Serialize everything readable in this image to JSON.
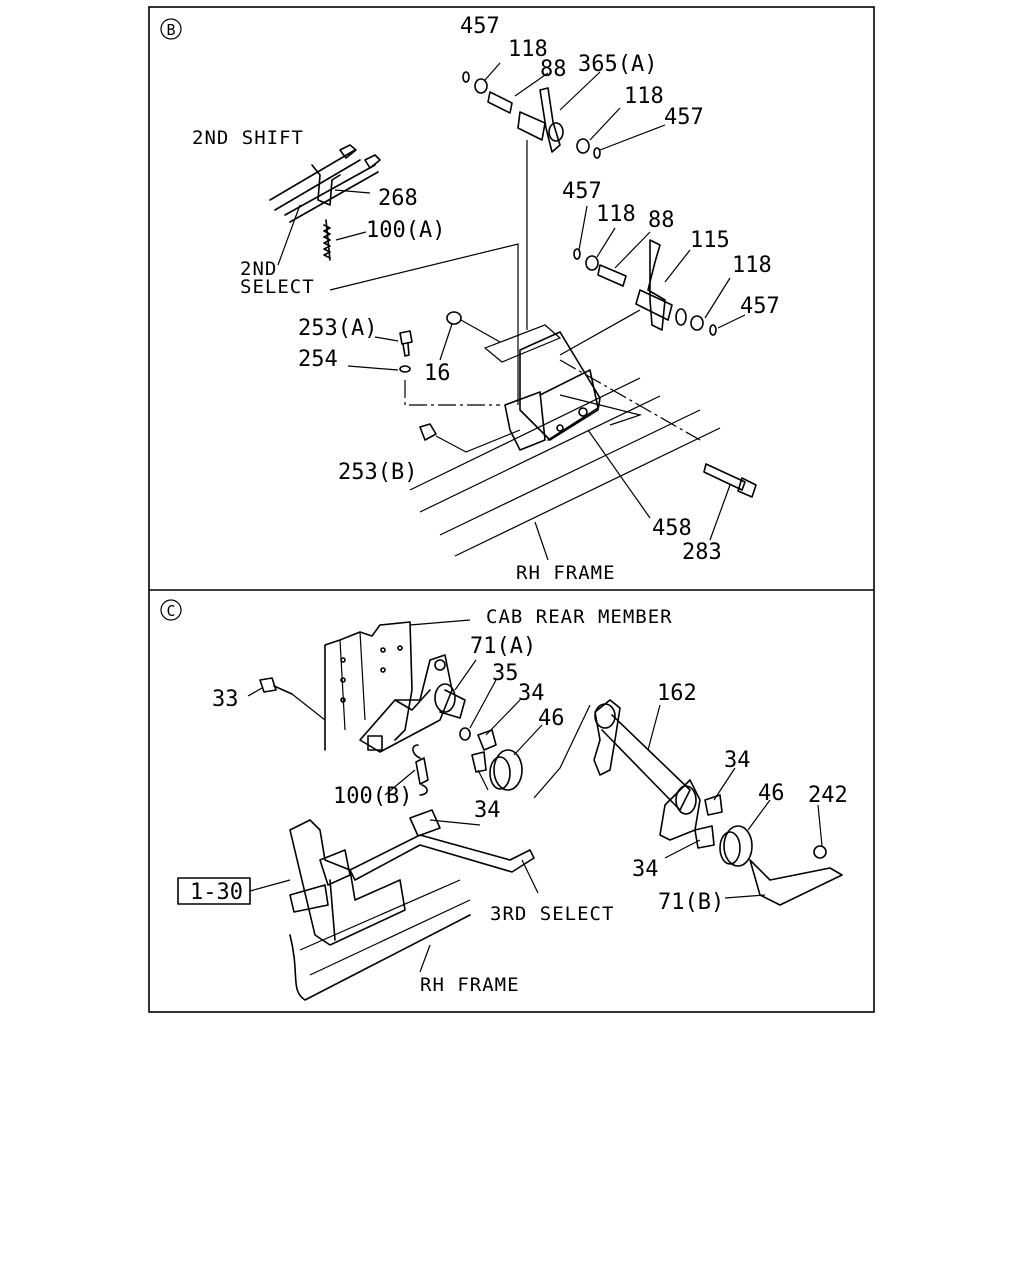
{
  "panel_b": {
    "marker": "B",
    "labels": {
      "l457a": "457",
      "l118a": "118",
      "l88a": "88",
      "l365a": "365(A)",
      "l118b": "118",
      "l457b": "457",
      "l2ndshift": "2ND SHIFT",
      "l268": "268",
      "l100a": "100(A)",
      "l2ndselect_1": "2ND",
      "l2ndselect_2": "SELECT",
      "l457c": "457",
      "l118c": "118",
      "l88b": "88",
      "l115": "115",
      "l118d": "118",
      "l457d": "457",
      "l253a": "253(A)",
      "l254": "254",
      "l16": "16",
      "l253b": "253(B)",
      "l458": "458",
      "l283": "283",
      "lrhframe": "RH FRAME"
    }
  },
  "panel_c": {
    "marker": "C",
    "labels": {
      "lcabrear": "CAB REAR MEMBER",
      "l71a": "71(A)",
      "l35": "35",
      "l34a": "34",
      "l46a": "46",
      "l162": "162",
      "l33": "33",
      "l100b": "100(B)",
      "l34b": "34",
      "l34c": "34",
      "l46b": "46",
      "l242": "242",
      "l34d": "34",
      "l71b": "71(B)",
      "l130": "1-30",
      "l3rdselect": "3RD SELECT",
      "lrhframe": "RH FRAME"
    }
  }
}
